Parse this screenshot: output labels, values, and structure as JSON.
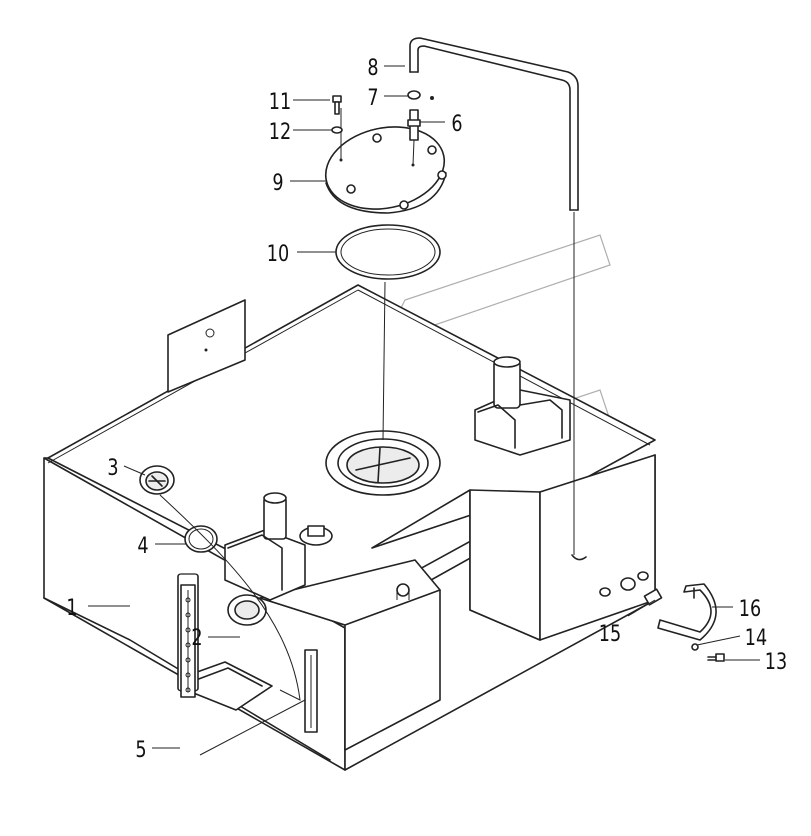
{
  "diagram": {
    "labels": [
      {
        "id": "1",
        "text": "1"
      },
      {
        "id": "2",
        "text": "2"
      },
      {
        "id": "3",
        "text": "3"
      },
      {
        "id": "4",
        "text": "4"
      },
      {
        "id": "5",
        "text": "5"
      },
      {
        "id": "6",
        "text": "6"
      },
      {
        "id": "7",
        "text": "7"
      },
      {
        "id": "8",
        "text": "8"
      },
      {
        "id": "9",
        "text": "9"
      },
      {
        "id": "10",
        "text": "10"
      },
      {
        "id": "11",
        "text": "11"
      },
      {
        "id": "12",
        "text": "12"
      },
      {
        "id": "13",
        "text": "13"
      },
      {
        "id": "14",
        "text": "14"
      },
      {
        "id": "15",
        "text": "15"
      },
      {
        "id": "16",
        "text": "16"
      }
    ],
    "colors": {
      "line": "#222222",
      "watermark": "#9a9a9a",
      "background": "#ffffff"
    }
  }
}
